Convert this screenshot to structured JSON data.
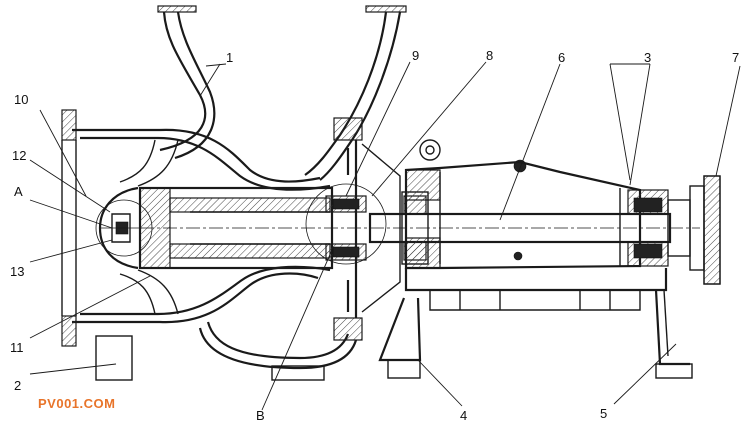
{
  "labels": {
    "l1": "1",
    "l2": "2",
    "l3": "3",
    "l4": "4",
    "l5": "5",
    "l6": "6",
    "l7": "7",
    "l8": "8",
    "l9": "9",
    "l10": "10",
    "l11": "11",
    "l12": "12",
    "l13": "13",
    "lA": "A",
    "lB": "B"
  },
  "watermark": {
    "text": "PV001.COM",
    "color": "#e8742a"
  },
  "colors": {
    "line": "#1a1a1a",
    "background": "#ffffff"
  }
}
